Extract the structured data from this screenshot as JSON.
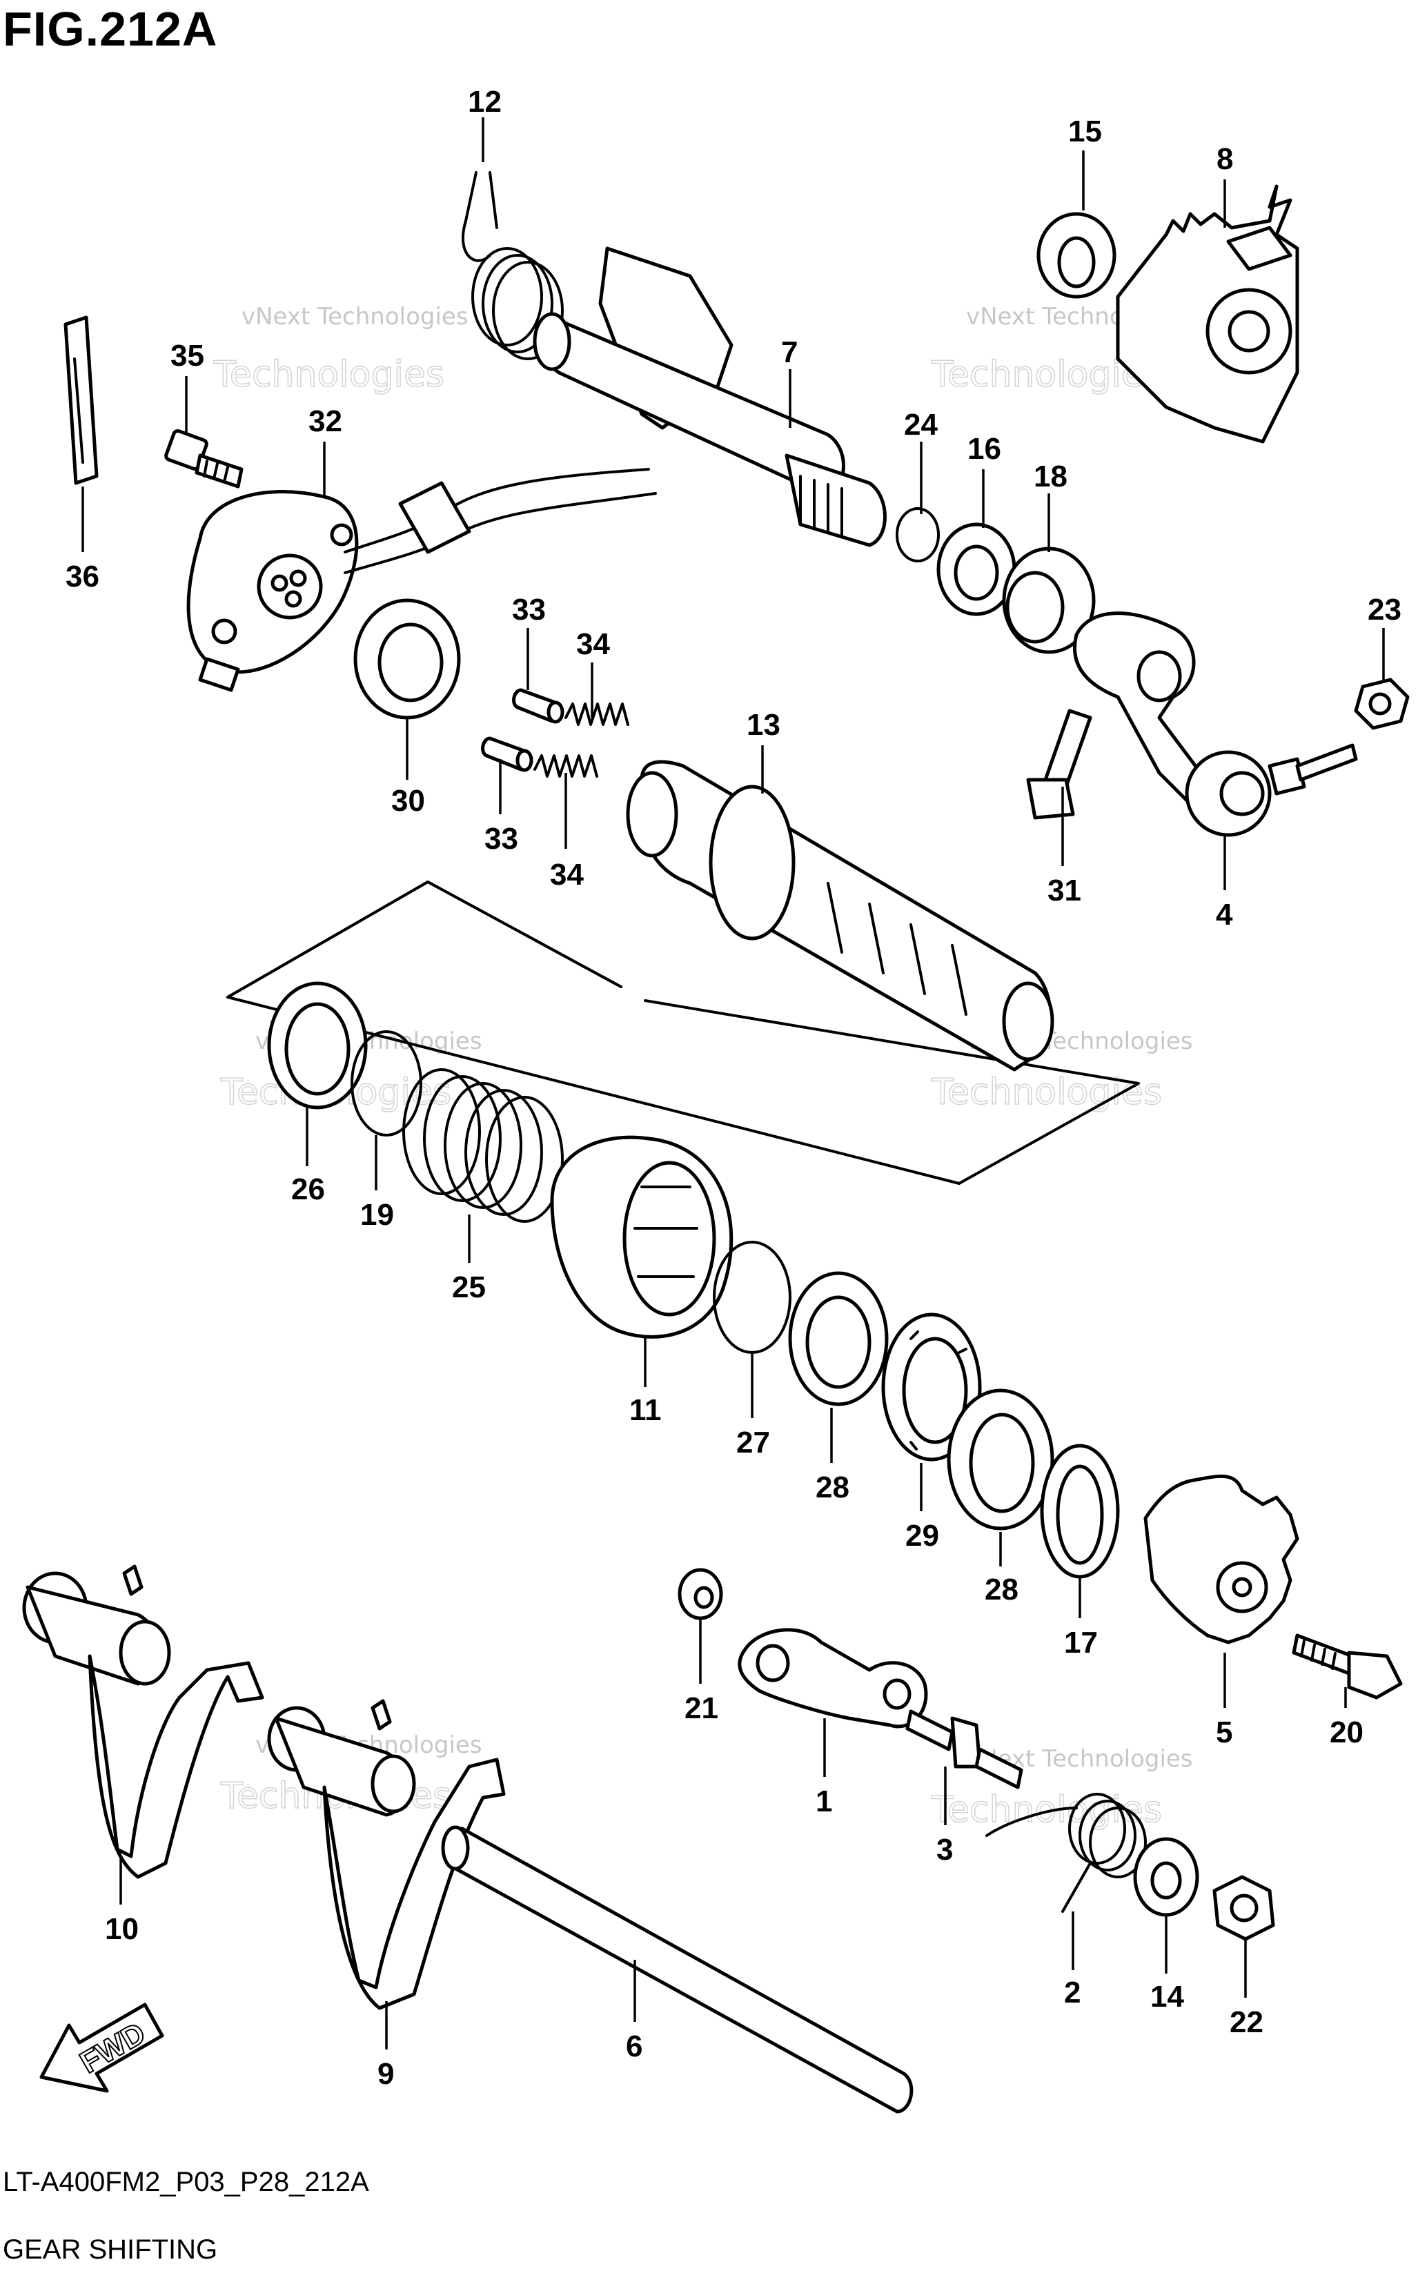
{
  "figure": {
    "title": "FIG.212A",
    "model_code": "LT-A400FM2_P03_P28_212A",
    "section_name": "GEAR SHIFTING"
  },
  "watermark": {
    "line1": "vNext Technologies",
    "line2": "Technologies",
    "line3": "vNext"
  },
  "fwd_arrow": {
    "label": "FWD"
  },
  "callouts": {
    "c1": "1",
    "c2": "2",
    "c3": "3",
    "c4": "4",
    "c5": "5",
    "c6": "6",
    "c7": "7",
    "c8": "8",
    "c9": "9",
    "c10": "10",
    "c11": "11",
    "c12": "12",
    "c13": "13",
    "c14": "14",
    "c15": "15",
    "c16": "16",
    "c17": "17",
    "c18": "18",
    "c19": "19",
    "c20": "20",
    "c21": "21",
    "c22": "22",
    "c23": "23",
    "c24": "24",
    "c25": "25",
    "c26": "26",
    "c27": "27",
    "c28a": "28",
    "c28b": "28",
    "c29": "29",
    "c30": "30",
    "c31": "31",
    "c32": "32",
    "c33a": "33",
    "c33b": "33",
    "c34a": "34",
    "c34b": "34",
    "c35": "35",
    "c36": "36"
  }
}
